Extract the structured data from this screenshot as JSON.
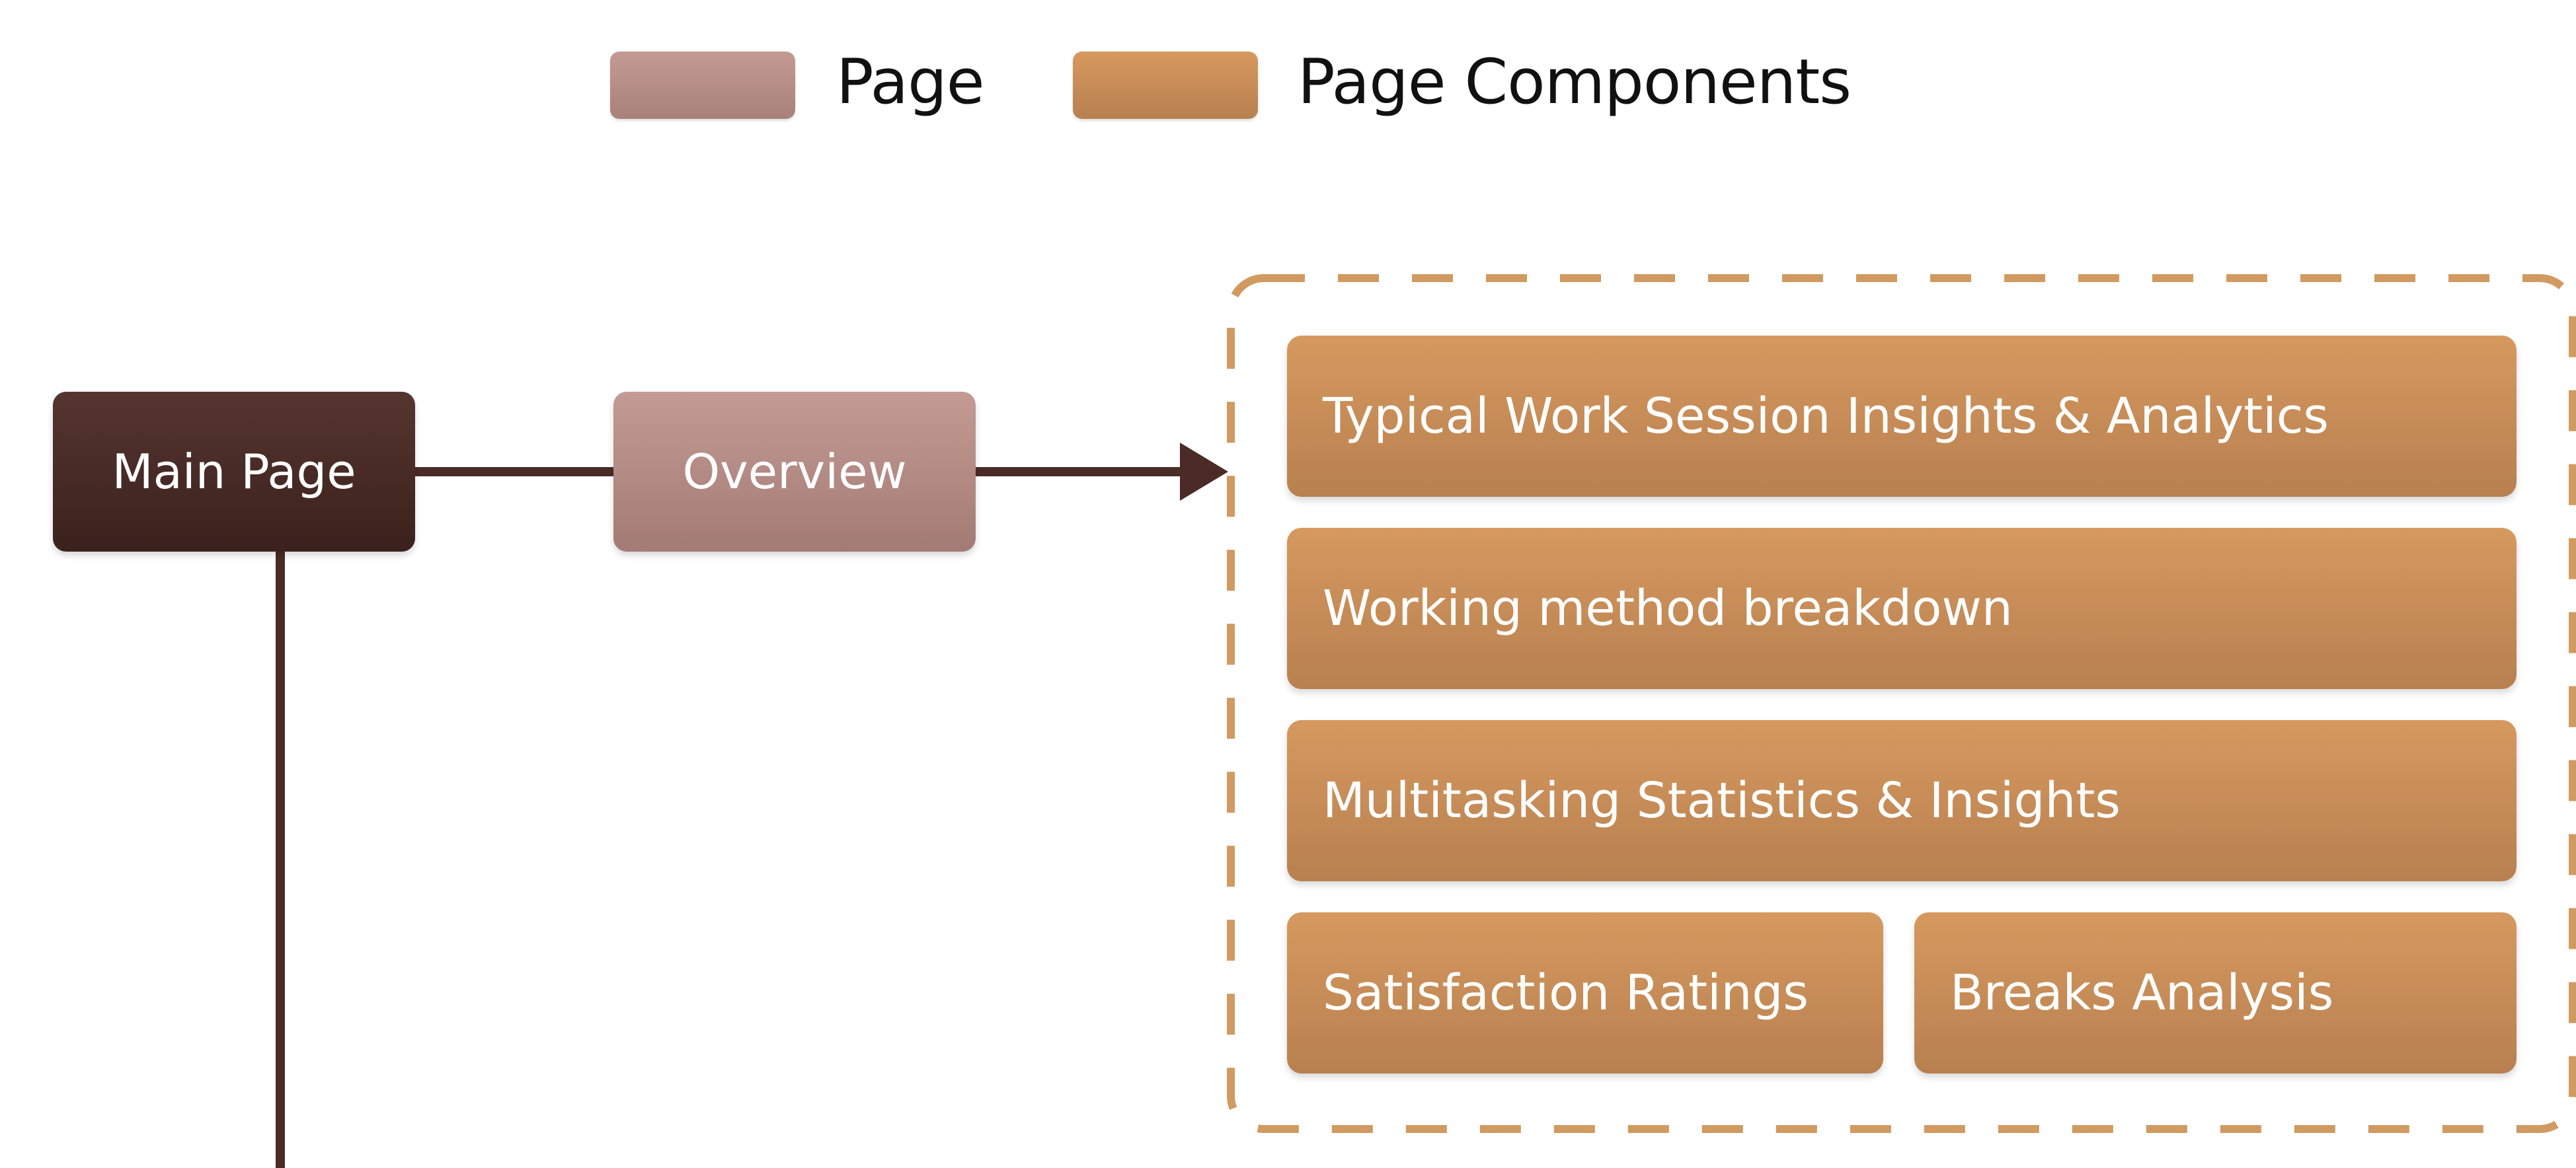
{
  "legend": {
    "page_label": "Page",
    "components_label": "Page Components"
  },
  "colors": {
    "page": "#c49a94",
    "page_components": "#d6995f",
    "main_page": "#4a2b26",
    "connector": "#4a2b26"
  },
  "nodes": {
    "main_page": "Main Page",
    "overview": "Overview"
  },
  "components": [
    "Typical Work Session Insights & Analytics",
    "Working method breakdown",
    "Multitasking Statistics & Insights",
    "Satisfaction Ratings",
    "Breaks Analysis"
  ]
}
